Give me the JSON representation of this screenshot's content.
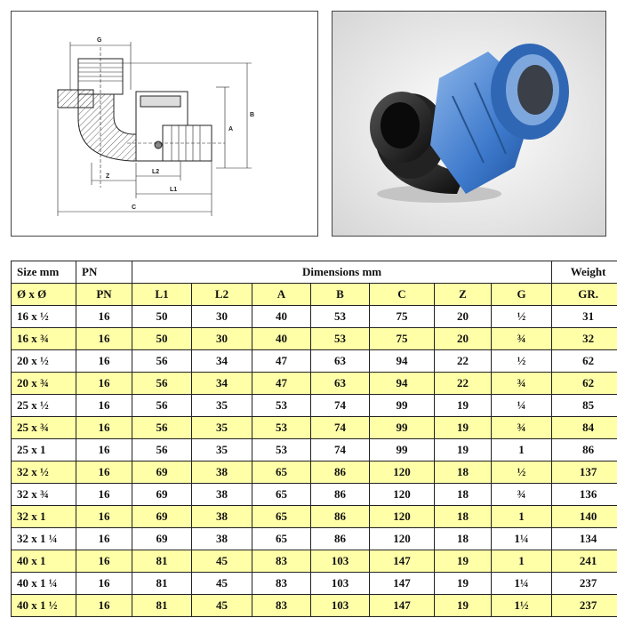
{
  "drawing": {
    "dim_labels": {
      "G": "G",
      "A": "A",
      "B": "B",
      "Z": "Z",
      "L2": "L2",
      "L1": "L1",
      "C": "C"
    }
  },
  "table": {
    "header": {
      "size": "Size  mm",
      "pn": "PN",
      "dimensions": "Dimensions  mm",
      "weight": "Weight"
    },
    "subheader": [
      "Ø  x  Ø",
      "PN",
      "L1",
      "L2",
      "A",
      "B",
      "C",
      "Z",
      "G",
      "GR."
    ],
    "rows": [
      [
        "16  x  ½",
        "16",
        "50",
        "30",
        "40",
        "53",
        "75",
        "20",
        "½",
        "31"
      ],
      [
        "16  x  ¾",
        "16",
        "50",
        "30",
        "40",
        "53",
        "75",
        "20",
        "¾",
        "32"
      ],
      [
        "20  x  ½",
        "16",
        "56",
        "34",
        "47",
        "63",
        "94",
        "22",
        "½",
        "62"
      ],
      [
        "20  x  ¾",
        "16",
        "56",
        "34",
        "47",
        "63",
        "94",
        "22",
        "¾",
        "62"
      ],
      [
        "25 x  ½",
        "16",
        "56",
        "35",
        "53",
        "74",
        "99",
        "19",
        "¼",
        "85"
      ],
      [
        "25 x  ¾",
        "16",
        "56",
        "35",
        "53",
        "74",
        "99",
        "19",
        "¾",
        "84"
      ],
      [
        "25  x  1",
        "16",
        "56",
        "35",
        "53",
        "74",
        "99",
        "19",
        "1",
        "86"
      ],
      [
        "32  x  ½",
        "16",
        "69",
        "38",
        "65",
        "86",
        "120",
        "18",
        "½",
        "137"
      ],
      [
        "32  x  ¾",
        "16",
        "69",
        "38",
        "65",
        "86",
        "120",
        "18",
        "¾",
        "136"
      ],
      [
        "32  x  1",
        "16",
        "69",
        "38",
        "65",
        "86",
        "120",
        "18",
        "1",
        "140"
      ],
      [
        "32 x 1 ¼",
        "16",
        "69",
        "38",
        "65",
        "86",
        "120",
        "18",
        "1¼",
        "134"
      ],
      [
        "40  x  1",
        "16",
        "81",
        "45",
        "83",
        "103",
        "147",
        "19",
        "1",
        "241"
      ],
      [
        "40 x 1 ¼",
        "16",
        "81",
        "45",
        "83",
        "103",
        "147",
        "19",
        "1¼",
        "237"
      ],
      [
        "40 x 1 ½",
        "16",
        "81",
        "45",
        "83",
        "103",
        "147",
        "19",
        "1½",
        "237"
      ]
    ]
  }
}
